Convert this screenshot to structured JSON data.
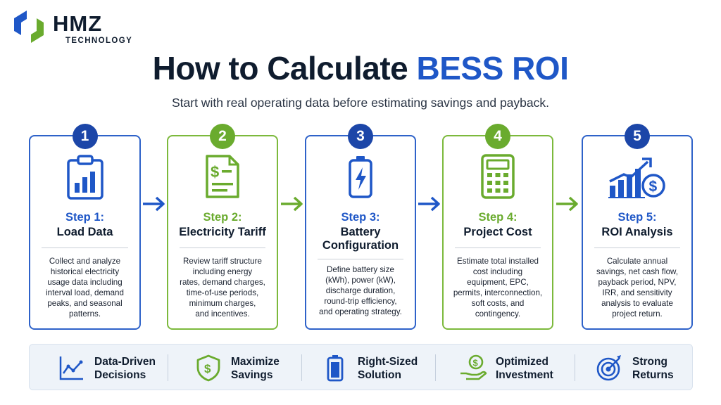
{
  "brand": {
    "name": "HMZ",
    "tagline": "TECHNOLOGY"
  },
  "header": {
    "title_main": "How to Calculate ",
    "title_accent": "BESS ROI",
    "subtitle": "Start with real operating data before estimating savings and payback."
  },
  "colors": {
    "navy": "#0f1c2e",
    "blue": "#1f57c7",
    "green": "#6aab2e",
    "bar_bg": "#eef3f9"
  },
  "steps": [
    {
      "number": "1",
      "step_label": "Step 1:",
      "name_line1": "Load Data",
      "name_line2": "",
      "icon": "clipboard-chart-icon",
      "theme": "blue",
      "description": [
        "Collect and analyze",
        "historical electricity",
        "usage data including",
        "interval load, demand",
        "peaks, and seasonal",
        "patterns."
      ]
    },
    {
      "number": "2",
      "step_label": "Step 2:",
      "name_line1": "Electricity Tariff",
      "name_line2": "",
      "icon": "invoice-dollar-icon",
      "theme": "green",
      "description": [
        "Review tariff structure",
        "including energy",
        "rates, demand charges,",
        "time-of-use periods,",
        "minimum charges,",
        "and incentives."
      ]
    },
    {
      "number": "3",
      "step_label": "Step 3:",
      "name_line1": "Battery",
      "name_line2": "Configuration",
      "icon": "battery-bolt-icon",
      "theme": "blue",
      "description": [
        "Define battery size",
        "(kWh), power (kW),",
        "discharge duration,",
        "round-trip efficiency,",
        "and operating strategy."
      ]
    },
    {
      "number": "4",
      "step_label": "Step 4:",
      "name_line1": "Project Cost",
      "name_line2": "",
      "icon": "calculator-icon",
      "theme": "green",
      "description": [
        "Estimate total installed",
        "cost including",
        "equipment, EPC,",
        "permits, interconnection,",
        "soft costs, and",
        "contingency."
      ]
    },
    {
      "number": "5",
      "step_label": "Step 5:",
      "name_line1": "ROI Analysis",
      "name_line2": "",
      "icon": "growth-chart-dollar-icon",
      "theme": "blue",
      "description": [
        "Calculate annual",
        "savings, net cash flow,",
        "payback period, NPV,",
        "IRR, and sensitivity",
        "analysis to evaluate",
        "project return."
      ]
    }
  ],
  "arrows": [
    "blue",
    "green",
    "blue",
    "green"
  ],
  "benefits": [
    {
      "line1": "Data-Driven",
      "line2": "Decisions",
      "icon": "trend-line-icon"
    },
    {
      "line1": "Maximize",
      "line2": "Savings",
      "icon": "shield-dollar-icon"
    },
    {
      "line1": "Right-Sized",
      "line2": "Solution",
      "icon": "battery-icon"
    },
    {
      "line1": "Optimized",
      "line2": "Investment",
      "icon": "hand-coin-icon"
    },
    {
      "line1": "Strong",
      "line2": "Returns",
      "icon": "target-arrow-icon"
    }
  ]
}
